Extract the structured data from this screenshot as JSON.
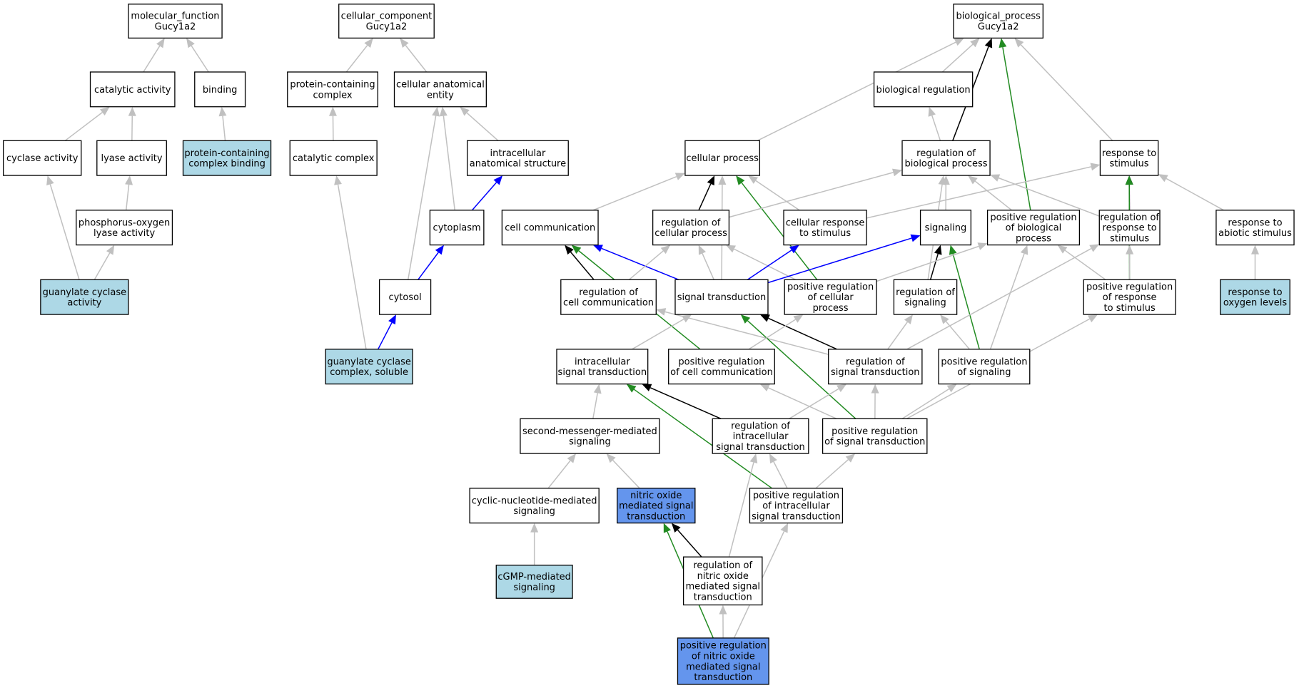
{
  "colors": {
    "gray": "#c0c0c0",
    "black": "#000000",
    "blue": "#0000ff",
    "green": "#228b22",
    "node_default": "#ffffff",
    "node_light": "#add8e6",
    "node_dark": "#6495ed"
  },
  "nodes": [
    {
      "id": "mf",
      "lines": [
        "molecular_function",
        "Gucy1a2"
      ],
      "fill": "default"
    },
    {
      "id": "cat_act",
      "lines": [
        "catalytic activity"
      ],
      "fill": "default"
    },
    {
      "id": "binding",
      "lines": [
        "binding"
      ],
      "fill": "default"
    },
    {
      "id": "cyclase",
      "lines": [
        "cyclase activity"
      ],
      "fill": "default"
    },
    {
      "id": "lyase",
      "lines": [
        "lyase activity"
      ],
      "fill": "default"
    },
    {
      "id": "pcb",
      "lines": [
        "protein-containing",
        "complex binding"
      ],
      "fill": "light"
    },
    {
      "id": "pol",
      "lines": [
        "phosphorus-oxygen",
        "lyase activity"
      ],
      "fill": "default"
    },
    {
      "id": "gca",
      "lines": [
        "guanylate cyclase",
        "activity"
      ],
      "fill": "light"
    },
    {
      "id": "cc",
      "lines": [
        "cellular_component",
        "Gucy1a2"
      ],
      "fill": "default"
    },
    {
      "id": "pcc",
      "lines": [
        "protein-containing",
        "complex"
      ],
      "fill": "default"
    },
    {
      "id": "cae",
      "lines": [
        "cellular anatomical",
        "entity"
      ],
      "fill": "default"
    },
    {
      "id": "catcomp",
      "lines": [
        "catalytic complex"
      ],
      "fill": "default"
    },
    {
      "id": "ias",
      "lines": [
        "intracellular",
        "anatomical structure"
      ],
      "fill": "default"
    },
    {
      "id": "cytoplasm",
      "lines": [
        "cytoplasm"
      ],
      "fill": "default"
    },
    {
      "id": "cytosol",
      "lines": [
        "cytosol"
      ],
      "fill": "default"
    },
    {
      "id": "gccs",
      "lines": [
        "guanylate cyclase",
        "complex, soluble"
      ],
      "fill": "light"
    },
    {
      "id": "bp",
      "lines": [
        "biological_process",
        "Gucy1a2"
      ],
      "fill": "default"
    },
    {
      "id": "bioreg",
      "lines": [
        "biological regulation"
      ],
      "fill": "default"
    },
    {
      "id": "cellproc",
      "lines": [
        "cellular process"
      ],
      "fill": "default"
    },
    {
      "id": "regbp",
      "lines": [
        "regulation of",
        "biological process"
      ],
      "fill": "default"
    },
    {
      "id": "rts",
      "lines": [
        "response to",
        "stimulus"
      ],
      "fill": "default"
    },
    {
      "id": "cellcomm",
      "lines": [
        "cell communication"
      ],
      "fill": "default"
    },
    {
      "id": "regcp",
      "lines": [
        "regulation of",
        "cellular process"
      ],
      "fill": "default"
    },
    {
      "id": "crs",
      "lines": [
        "cellular response",
        "to stimulus"
      ],
      "fill": "default"
    },
    {
      "id": "signaling",
      "lines": [
        "signaling"
      ],
      "fill": "default"
    },
    {
      "id": "prbp",
      "lines": [
        "positive regulation",
        "of biological",
        "process"
      ],
      "fill": "default"
    },
    {
      "id": "rrs",
      "lines": [
        "regulation of",
        "response to",
        "stimulus"
      ],
      "fill": "default"
    },
    {
      "id": "ras",
      "lines": [
        "response to",
        "abiotic stimulus"
      ],
      "fill": "default"
    },
    {
      "id": "regcc",
      "lines": [
        "regulation of",
        "cell communication"
      ],
      "fill": "default"
    },
    {
      "id": "st",
      "lines": [
        "signal transduction"
      ],
      "fill": "default"
    },
    {
      "id": "prcp",
      "lines": [
        "positive regulation",
        "of cellular",
        "process"
      ],
      "fill": "default"
    },
    {
      "id": "regsig",
      "lines": [
        "regulation of",
        "signaling"
      ],
      "fill": "default"
    },
    {
      "id": "prrs",
      "lines": [
        "positive regulation",
        "of response",
        "to stimulus"
      ],
      "fill": "default"
    },
    {
      "id": "rol",
      "lines": [
        "response to",
        "oxygen levels"
      ],
      "fill": "light"
    },
    {
      "id": "ist",
      "lines": [
        "intracellular",
        "signal transduction"
      ],
      "fill": "default"
    },
    {
      "id": "prcc",
      "lines": [
        "positive regulation",
        "of cell communication"
      ],
      "fill": "default"
    },
    {
      "id": "regst",
      "lines": [
        "regulation of",
        "signal transduction"
      ],
      "fill": "default"
    },
    {
      "id": "prsig",
      "lines": [
        "positive regulation",
        "of signaling"
      ],
      "fill": "default"
    },
    {
      "id": "smms",
      "lines": [
        "second-messenger-mediated",
        "signaling"
      ],
      "fill": "default"
    },
    {
      "id": "regist",
      "lines": [
        "regulation of",
        "intracellular",
        "signal transduction"
      ],
      "fill": "default"
    },
    {
      "id": "prst",
      "lines": [
        "positive regulation",
        "of signal transduction"
      ],
      "fill": "default"
    },
    {
      "id": "cnms",
      "lines": [
        "cyclic-nucleotide-mediated",
        "signaling"
      ],
      "fill": "default"
    },
    {
      "id": "nomst",
      "lines": [
        "nitric oxide",
        "mediated signal",
        "transduction"
      ],
      "fill": "dark"
    },
    {
      "id": "prist",
      "lines": [
        "positive regulation",
        "of intracellular",
        "signal transduction"
      ],
      "fill": "default"
    },
    {
      "id": "cgmp",
      "lines": [
        "cGMP-mediated",
        "signaling"
      ],
      "fill": "light"
    },
    {
      "id": "regnomst",
      "lines": [
        "regulation of",
        "nitric oxide",
        "mediated signal",
        "transduction"
      ],
      "fill": "default"
    },
    {
      "id": "prnomst",
      "lines": [
        "positive regulation",
        "of nitric oxide",
        "mediated signal",
        "transduction"
      ],
      "fill": "dark"
    }
  ],
  "edges": [
    {
      "from": "cat_act",
      "to": "mf",
      "type": "gray"
    },
    {
      "from": "binding",
      "to": "mf",
      "type": "gray"
    },
    {
      "from": "cyclase",
      "to": "cat_act",
      "type": "gray"
    },
    {
      "from": "lyase",
      "to": "cat_act",
      "type": "gray"
    },
    {
      "from": "pcb",
      "to": "binding",
      "type": "gray"
    },
    {
      "from": "pol",
      "to": "lyase",
      "type": "gray"
    },
    {
      "from": "gca",
      "to": "cyclase",
      "type": "gray"
    },
    {
      "from": "gca",
      "to": "pol",
      "type": "gray"
    },
    {
      "from": "pcc",
      "to": "cc",
      "type": "gray"
    },
    {
      "from": "cae",
      "to": "cc",
      "type": "gray"
    },
    {
      "from": "catcomp",
      "to": "pcc",
      "type": "gray"
    },
    {
      "from": "ias",
      "to": "cae",
      "type": "gray"
    },
    {
      "from": "cytoplasm",
      "to": "cae",
      "type": "gray"
    },
    {
      "from": "cytosol",
      "to": "cae",
      "type": "gray"
    },
    {
      "from": "cytoplasm",
      "to": "ias",
      "type": "blue"
    },
    {
      "from": "cytosol",
      "to": "cytoplasm",
      "type": "blue"
    },
    {
      "from": "gccs",
      "to": "catcomp",
      "type": "gray"
    },
    {
      "from": "gccs",
      "to": "cytosol",
      "type": "blue"
    },
    {
      "from": "cellproc",
      "to": "bp",
      "type": "gray"
    },
    {
      "from": "bioreg",
      "to": "bp",
      "type": "gray"
    },
    {
      "from": "regbp",
      "to": "bp",
      "type": "black"
    },
    {
      "from": "prbp",
      "to": "bp",
      "type": "green"
    },
    {
      "from": "rts",
      "to": "bp",
      "type": "gray"
    },
    {
      "from": "regbp",
      "to": "bioreg",
      "type": "gray"
    },
    {
      "from": "cellcomm",
      "to": "cellproc",
      "type": "gray"
    },
    {
      "from": "regcp",
      "to": "cellproc",
      "type": "black"
    },
    {
      "from": "crs",
      "to": "cellproc",
      "type": "gray"
    },
    {
      "from": "st",
      "to": "cellproc",
      "type": "gray"
    },
    {
      "from": "prcp",
      "to": "cellproc",
      "type": "green"
    },
    {
      "from": "regcp",
      "to": "regbp",
      "type": "gray"
    },
    {
      "from": "signaling",
      "to": "regbp",
      "type": "gray"
    },
    {
      "from": "prbp",
      "to": "regbp",
      "type": "gray"
    },
    {
      "from": "rrs",
      "to": "regbp",
      "type": "gray"
    },
    {
      "from": "regsig",
      "to": "regbp",
      "type": "gray"
    },
    {
      "from": "crs",
      "to": "rts",
      "type": "gray"
    },
    {
      "from": "rrs",
      "to": "rts",
      "type": "black"
    },
    {
      "from": "prrs",
      "to": "rts",
      "type": "green"
    },
    {
      "from": "ras",
      "to": "rts",
      "type": "gray"
    },
    {
      "from": "regcc",
      "to": "cellcomm",
      "type": "black"
    },
    {
      "from": "st",
      "to": "cellcomm",
      "type": "blue"
    },
    {
      "from": "prcc",
      "to": "cellcomm",
      "type": "green"
    },
    {
      "from": "regcc",
      "to": "regcp",
      "type": "gray"
    },
    {
      "from": "st",
      "to": "regcp",
      "type": "gray"
    },
    {
      "from": "prcp",
      "to": "regcp",
      "type": "gray"
    },
    {
      "from": "st",
      "to": "crs",
      "type": "blue"
    },
    {
      "from": "st",
      "to": "signaling",
      "type": "blue"
    },
    {
      "from": "regsig",
      "to": "signaling",
      "type": "black"
    },
    {
      "from": "prsig",
      "to": "signaling",
      "type": "green"
    },
    {
      "from": "prcp",
      "to": "prbp",
      "type": "gray"
    },
    {
      "from": "prsig",
      "to": "prbp",
      "type": "gray"
    },
    {
      "from": "prrs",
      "to": "prbp",
      "type": "gray"
    },
    {
      "from": "prrs",
      "to": "rrs",
      "type": "gray"
    },
    {
      "from": "regst",
      "to": "rrs",
      "type": "gray"
    },
    {
      "from": "rol",
      "to": "ras",
      "type": "gray"
    },
    {
      "from": "regst",
      "to": "regcc",
      "type": "gray"
    },
    {
      "from": "ist",
      "to": "st",
      "type": "gray"
    },
    {
      "from": "regst",
      "to": "st",
      "type": "black"
    },
    {
      "from": "prst",
      "to": "st",
      "type": "green"
    },
    {
      "from": "prcc",
      "to": "prcp",
      "type": "gray"
    },
    {
      "from": "regst",
      "to": "regsig",
      "type": "gray"
    },
    {
      "from": "prsig",
      "to": "regsig",
      "type": "gray"
    },
    {
      "from": "prst",
      "to": "prcc",
      "type": "gray"
    },
    {
      "from": "prst",
      "to": "regst",
      "type": "gray"
    },
    {
      "from": "regist",
      "to": "regst",
      "type": "gray"
    },
    {
      "from": "prst",
      "to": "prsig",
      "type": "gray"
    },
    {
      "from": "prst",
      "to": "prrs",
      "type": "gray"
    },
    {
      "from": "smms",
      "to": "ist",
      "type": "gray"
    },
    {
      "from": "regist",
      "to": "ist",
      "type": "black"
    },
    {
      "from": "prist",
      "to": "ist",
      "type": "green"
    },
    {
      "from": "cnms",
      "to": "smms",
      "type": "gray"
    },
    {
      "from": "nomst",
      "to": "smms",
      "type": "gray"
    },
    {
      "from": "prist",
      "to": "regist",
      "type": "gray"
    },
    {
      "from": "regnomst",
      "to": "regist",
      "type": "gray"
    },
    {
      "from": "prist",
      "to": "prst",
      "type": "gray"
    },
    {
      "from": "cgmp",
      "to": "cnms",
      "type": "gray"
    },
    {
      "from": "regnomst",
      "to": "nomst",
      "type": "black"
    },
    {
      "from": "prnomst",
      "to": "nomst",
      "type": "green"
    },
    {
      "from": "prnomst",
      "to": "regnomst",
      "type": "gray"
    },
    {
      "from": "prnomst",
      "to": "prist",
      "type": "gray"
    }
  ]
}
